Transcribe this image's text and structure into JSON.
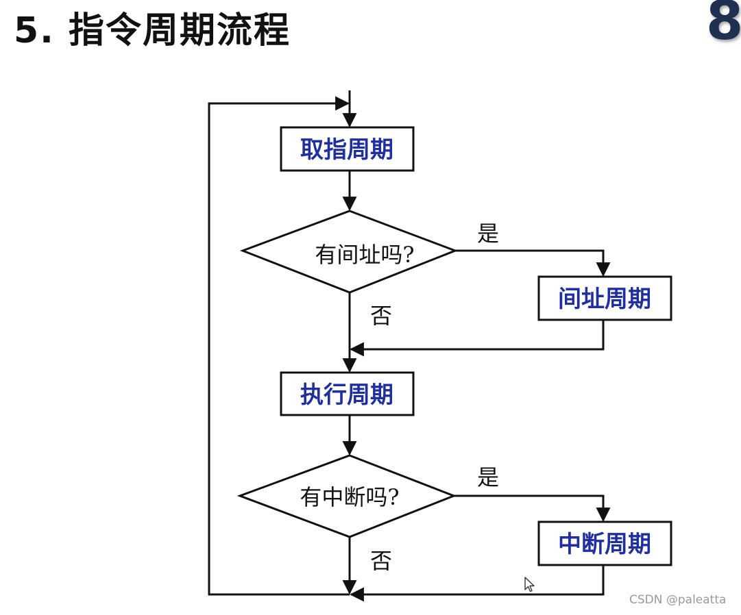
{
  "slide": {
    "title": "5. 指令周期流程",
    "number": "8",
    "watermark": "CSDN @paleatta"
  },
  "diagram": {
    "colors": {
      "line": "#111111",
      "box_text": "#1f2fa0",
      "diamond_text": "#111111"
    },
    "nodes": {
      "fetch": "取指周期",
      "indirect_q": "有间址吗?",
      "indirect": "间址周期",
      "execute": "执行周期",
      "interrupt_q": "有中断吗?",
      "interrupt": "中断周期"
    },
    "branches": {
      "indirect_yes": "是",
      "indirect_no": "否",
      "interrupt_yes": "是",
      "interrupt_no": "否"
    }
  }
}
